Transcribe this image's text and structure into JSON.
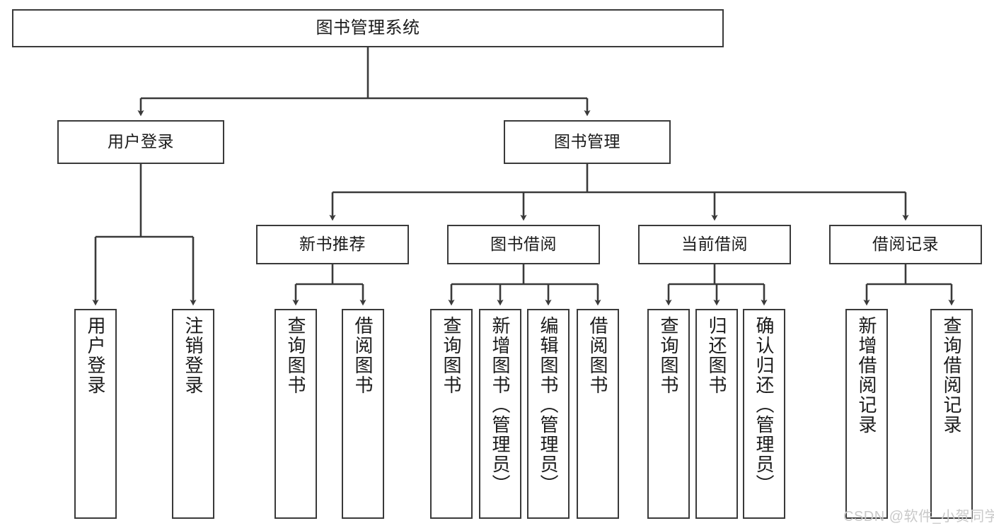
{
  "diagram": {
    "title": "图书管理系统",
    "type": "tree",
    "orientation": "top-down",
    "colors": {
      "node_border": "#3a3a3a",
      "node_fill": "#ffffff",
      "connector": "#3a3a3a",
      "text": "#1b1b1b",
      "watermark": "#c9c9c9",
      "background": "#ffffff"
    },
    "root": {
      "label": "图书管理系统"
    },
    "level2": [
      {
        "label": "用户登录"
      },
      {
        "label": "图书管理"
      }
    ],
    "level3": [
      {
        "label": "新书推荐"
      },
      {
        "label": "图书借阅"
      },
      {
        "label": "当前借阅"
      },
      {
        "label": "借阅记录"
      }
    ],
    "leaves": {
      "user_login": [
        {
          "label": "用户登录"
        },
        {
          "label": "注销登录"
        }
      ],
      "new_book_recommend": [
        {
          "label": "查询图书"
        },
        {
          "label": "借阅图书"
        }
      ],
      "book_borrow": [
        {
          "label": "查询图书"
        },
        {
          "label": "新增图书（管理员）"
        },
        {
          "label": "编辑图书（管理员）"
        },
        {
          "label": "借阅图书"
        }
      ],
      "current_borrow": [
        {
          "label": "查询图书"
        },
        {
          "label": "归还图书"
        },
        {
          "label": "确认归还（管理员）"
        }
      ],
      "borrow_record": [
        {
          "label": "新增借阅记录"
        },
        {
          "label": "查询借阅记录"
        }
      ]
    }
  },
  "watermark": {
    "text": "CSDN @软件_小贺同学"
  }
}
